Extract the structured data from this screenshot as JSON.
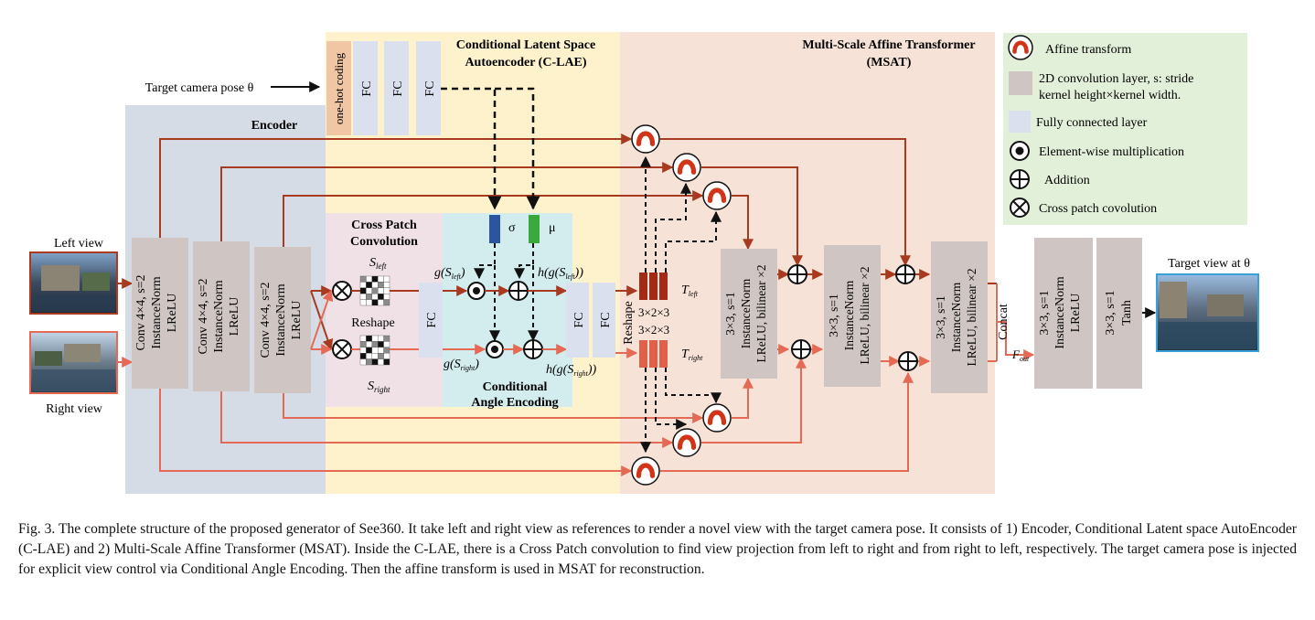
{
  "regions": {
    "encoder": "Encoder",
    "claeTitle": "Conditional Latent Space",
    "claeTitle2": "Autoencoder (C-LAE)",
    "msatTitle": "Multi-Scale Affine Transformer",
    "msatTitle2": "(MSAT)",
    "cpc1": "Cross Patch",
    "cpc2": "Convolution",
    "cae1": "Conditional",
    "cae2": "Angle Encoding"
  },
  "inputs": {
    "leftView": "Left view",
    "rightView": "Right view",
    "targetPose": "Target camera pose θ",
    "targetView": "Target view at θ"
  },
  "encoderBlocks": [
    {
      "l1": "Conv 4×4, s=2",
      "l2": "InstanceNorm",
      "l3": "LReLU"
    },
    {
      "l1": "Conv 4×4, s=2",
      "l2": "InstanceNorm",
      "l3": "LReLU"
    },
    {
      "l1": "Conv 4×4, s=2",
      "l2": "InstanceNorm",
      "l3": "LReLU"
    }
  ],
  "claeBlocks": {
    "onehot": "one-hot coding",
    "fc": "FC",
    "sigma": "σ",
    "mu": "μ",
    "reshape": "Reshape",
    "sLeft": "S",
    "sLeftSub": "left",
    "sRight": "S",
    "sRightSub": "right",
    "gLeft": "g(S",
    "gLeftSub": "left",
    "gRight": "g(S",
    "gRightSub": "right",
    "hLeft": "h(g(S",
    "hLeftSub": "left",
    "hRight": "h(g(S",
    "hRightSub": "right",
    "close1": ")",
    "close2": "))"
  },
  "msatBlocks": {
    "reshape": "Reshape",
    "dimTop": "3×2×3",
    "dimBot": "3×2×3",
    "tLeft": "T",
    "tLeftSub": "left",
    "tRight": "T",
    "tRightSub": "right",
    "up": [
      {
        "l1": "3×3, s=1",
        "l2": "InstanceNorm",
        "l3": "LReLU, bilinear ×2"
      },
      {
        "l1": "3×3, s=1",
        "l2": "InstanceNorm",
        "l3": "LReLU, bilinear ×2"
      },
      {
        "l1": "3×3, s=1",
        "l2": "InstanceNorm",
        "l3": "LReLU,   bilinear ×2"
      }
    ],
    "concat": "Concat",
    "fout": "F",
    "foutSub": "out"
  },
  "outputBlocks": [
    {
      "l1": "3×3, s=1",
      "l2": "InstanceNorm",
      "l3": "LReLU"
    },
    {
      "l1": "3×3, s=1",
      "l2": "Tanh"
    }
  ],
  "legend": {
    "affine": "Affine transform",
    "conv1": "2D convolution layer, s: stride",
    "conv2": "kernel height×kernel width.",
    "fc": "Fully connected layer",
    "mult": "Element-wise multiplication",
    "add": "Addition",
    "cross": "Cross patch covolution"
  },
  "colors": {
    "encoderBg": "#d6dce6",
    "claeBg": "#fdf2cc",
    "msatBg": "#f6e2d6",
    "legendBg": "#e2efd9",
    "cpcBg": "#f0e1e6",
    "caeBg": "#d3ecee",
    "convBlock": "#cfc5c3",
    "fcBlock": "#dbe0ef",
    "onehot": "#f1c6a4",
    "darkArrow": "#a83a20",
    "lightArrow": "#e46a55",
    "sigma": "#2c55a0",
    "mu": "#3aa83c",
    "darkRed": "#a32a14",
    "lightRed": "#e0614a"
  },
  "caption": "Fig. 3.   The complete structure of the proposed generator of See360. It take left and right view as references to render a novel view with the target camera pose. It consists of 1) Encoder, Conditional Latent space AutoEncoder (C-LAE) and 2) Multi-Scale Affine Transformer (MSAT). Inside the C-LAE, there is a Cross Patch convolution to find view projection from left to right and from right to left, respectively. The target camera pose is injected for explicit view control via Conditional Angle Encoding. Then the affine transform is used in MSAT for reconstruction."
}
